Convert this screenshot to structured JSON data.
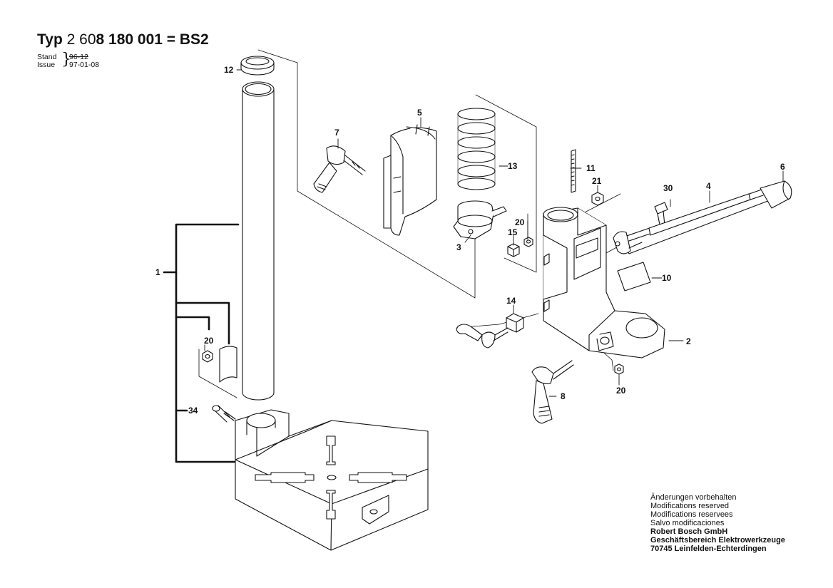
{
  "title": {
    "prefix": "Typ",
    "number_regular": "2 60",
    "number_bold": "8 180 001 = BS2"
  },
  "revision": {
    "stand_label": "Stand",
    "issue_label": "Issue",
    "stand_value_struck": "96-12",
    "issue_value": "97-01-08"
  },
  "parts": {
    "p1": "1",
    "p2": "2",
    "p3": "3",
    "p4": "4",
    "p5": "5",
    "p6": "6",
    "p7": "7",
    "p8": "8",
    "p10": "10",
    "p11": "11",
    "p12": "12",
    "p13": "13",
    "p14": "14",
    "p15": "15",
    "p20_left": "20",
    "p20_mid": "20",
    "p20_right": "20",
    "p21": "21",
    "p30": "30",
    "p34": "34"
  },
  "notes": {
    "line1": "Änderungen vorbehalten",
    "line2": "Modifications reserved",
    "line3": "Modifications reservees",
    "line4": "Salvo modificaciones",
    "company": "Robert Bosch GmbH",
    "division": "Geschäftsbereich Elektrowerkzeuge",
    "address": "70745 Leinfelden-Echterdingen"
  },
  "colors": {
    "ink": "#111111",
    "paper": "#ffffff"
  }
}
